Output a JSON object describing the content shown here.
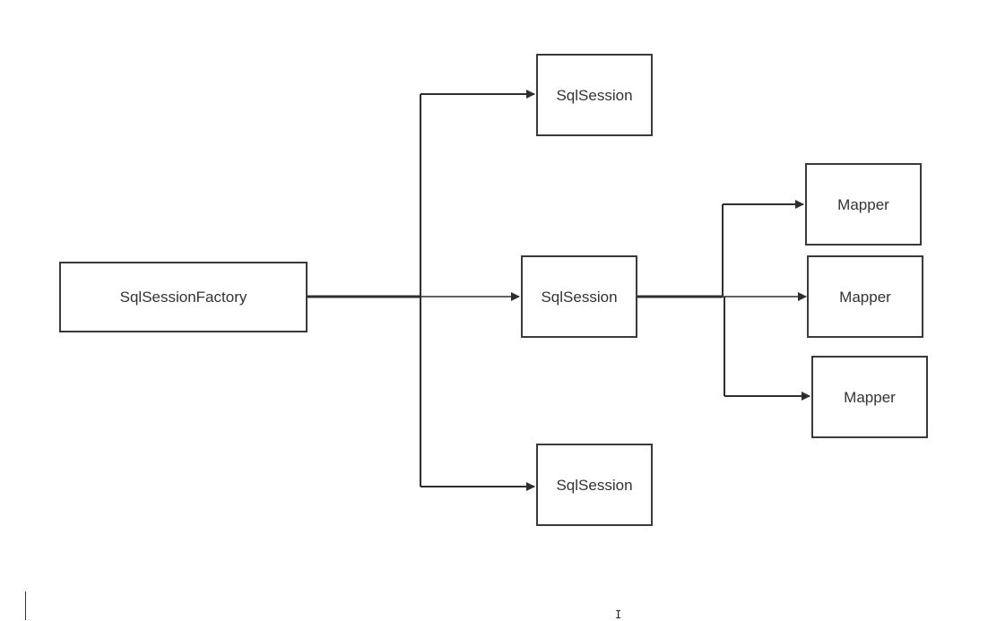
{
  "diagram": {
    "factory": {
      "label": "SqlSessionFactory"
    },
    "sessions": [
      {
        "label": "SqlSession"
      },
      {
        "label": "SqlSession"
      },
      {
        "label": "SqlSession"
      }
    ],
    "mappers": [
      {
        "label": "Mapper"
      },
      {
        "label": "Mapper"
      },
      {
        "label": "Mapper"
      }
    ]
  },
  "cursor": {
    "ibeam_glyph": "I"
  }
}
